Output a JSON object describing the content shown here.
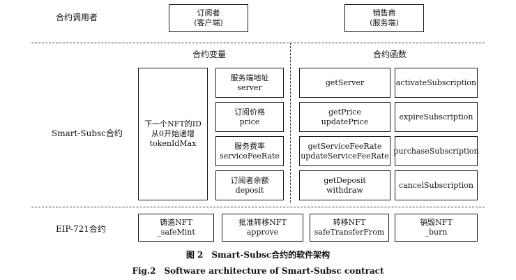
{
  "rows": {
    "caller_label": "合约调用者",
    "smart_label": "Smart-Subsc合约",
    "eip_label": "EIP-721合约"
  },
  "callers": [
    {
      "name": "订阅者",
      "sub": "(客户端)"
    },
    {
      "name": "销售商",
      "sub": "(服务端)"
    }
  ],
  "variables": {
    "title": "合约变量",
    "token": {
      "line1": "下一个NFT的ID",
      "line2": "从0开始递增",
      "line3": "tokenIdMax"
    },
    "items": [
      {
        "cn": "服务端地址",
        "en": "server"
      },
      {
        "cn": "订阅价格",
        "en": "price"
      },
      {
        "cn": "服务费率",
        "en": "serviceFeeRate"
      },
      {
        "cn": "订阅者余额",
        "en": "deposit"
      }
    ]
  },
  "functions": {
    "title": "合约函数",
    "left": [
      {
        "line1": "getServer",
        "line2": ""
      },
      {
        "line1": "getPrice",
        "line2": "updatePrice"
      },
      {
        "line1": "getServiceFeeRate",
        "line2": "updateServiceFeeRate"
      },
      {
        "line1": "getDeposit",
        "line2": "withdraw"
      }
    ],
    "right": [
      "activateSubscription",
      "expireSubscription",
      "purchaseSubscription",
      "cancelSubscription"
    ]
  },
  "eip_functions": [
    {
      "cn": "铸造NFT",
      "en": "_safeMint"
    },
    {
      "cn": "批准转移NFT",
      "en": "approve"
    },
    {
      "cn": "转移NFT",
      "en": "safeTransferFrom"
    },
    {
      "cn": "销毁NFT",
      "en": "_burn"
    }
  ],
  "caption": {
    "cn": "图 2　Smart-Subsc合约的软件架构",
    "en": "Fig.2　Software architecture of Smart-Subsc contract"
  }
}
